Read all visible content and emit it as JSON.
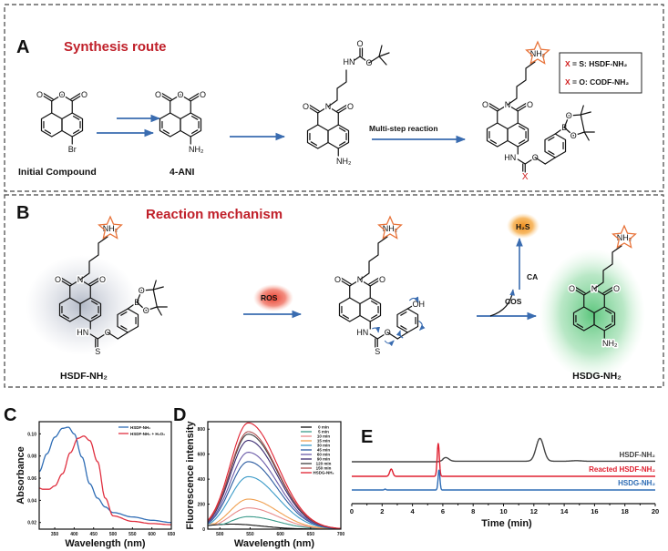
{
  "panel_a": {
    "letter": "A",
    "title": "Synthesis route",
    "compounds": [
      "Initial Compound",
      "4-ANI"
    ],
    "arrow_label": "Multi-step  reaction",
    "legend": [
      {
        "x": "X",
        "text": " = S: HSDF-NH₂"
      },
      {
        "x": "X",
        "text": " = O: CODF-NH₂"
      }
    ]
  },
  "panel_b": {
    "letter": "B",
    "title": "Reaction mechanism",
    "reagent": "ROS",
    "byproduct": "COS",
    "enzyme": "CA",
    "product_gas": "H₂S",
    "start_label": "HSDF-NH₂",
    "end_label": "HSDG-NH₂"
  },
  "atoms": {
    "O": "O",
    "N": "N",
    "NH2": "NH₂",
    "Br": "Br",
    "HN": "HN",
    "B": "B",
    "S": "S",
    "OH": "OH",
    "X": "X"
  },
  "colors": {
    "arrow": "#3a6cb0",
    "star": "#e8743b",
    "title": "#c0202a"
  },
  "chart_data": [
    {
      "panel": "C",
      "type": "line",
      "xlabel": "Wavelength (nm)",
      "ylabel": "Absorbance",
      "xlim": [
        310,
        650
      ],
      "ylim": [
        0.014,
        0.111
      ],
      "xticks": [
        350,
        400,
        450,
        500,
        550,
        600,
        650
      ],
      "yticks": [
        0.02,
        0.04,
        0.06,
        0.08,
        0.1
      ],
      "ytick_labels": [
        "0.02",
        "0.04",
        "0.06",
        "0.08",
        "0.10"
      ],
      "legend_position": "top-right",
      "series": [
        {
          "name": "HSDF-NH₂",
          "color": "#2f6db5",
          "x": [
            310,
            330,
            350,
            370,
            385,
            400,
            420,
            440,
            460,
            480,
            500,
            550,
            600,
            650
          ],
          "y": [
            0.066,
            0.082,
            0.097,
            0.105,
            0.106,
            0.1,
            0.079,
            0.055,
            0.042,
            0.034,
            0.029,
            0.025,
            0.022,
            0.02
          ]
        },
        {
          "name": "HSDF-NH₂ + H₂O₂",
          "color": "#e03040",
          "x": [
            310,
            320,
            335,
            350,
            370,
            390,
            410,
            425,
            440,
            460,
            480,
            500,
            550,
            600,
            650
          ],
          "y": [
            0.051,
            0.05,
            0.05,
            0.053,
            0.064,
            0.083,
            0.096,
            0.098,
            0.094,
            0.075,
            0.042,
            0.026,
            0.021,
            0.019,
            0.018
          ]
        }
      ]
    },
    {
      "panel": "D",
      "type": "line",
      "xlabel": "Wavelength (nm)",
      "ylabel": "Fluorescence intensity",
      "xlim": [
        480,
        700
      ],
      "ylim": [
        0,
        860
      ],
      "xticks": [
        500,
        550,
        600,
        650,
        700
      ],
      "yticks": [
        0,
        200,
        400,
        600,
        800
      ],
      "peak_wavelength": 547,
      "legend_position": "top-right",
      "series": [
        {
          "name": "0 min",
          "color": "#111111",
          "peak": 40
        },
        {
          "name": "5 min",
          "color": "#3a9a8a",
          "peak": 100
        },
        {
          "name": "10 min",
          "color": "#e88a8a",
          "peak": 170
        },
        {
          "name": "15 min",
          "color": "#f0a050",
          "peak": 240
        },
        {
          "name": "30 min",
          "color": "#3a9ac8",
          "peak": 420
        },
        {
          "name": "45 min",
          "color": "#2a5aa0",
          "peak": 540
        },
        {
          "name": "60 min",
          "color": "#6a5aa8",
          "peak": 615
        },
        {
          "name": "90 min",
          "color": "#3a2a70",
          "peak": 710
        },
        {
          "name": "120 min",
          "color": "#404040",
          "peak": 760
        },
        {
          "name": "150 min",
          "color": "#b05050",
          "peak": 780
        },
        {
          "name": "HSDG-NH₂",
          "color": "#e02030",
          "peak": 850
        }
      ]
    },
    {
      "panel": "E",
      "type": "line",
      "xlabel": "Time (min)",
      "xlim": [
        0,
        20
      ],
      "xticks": [
        0,
        2,
        4,
        6,
        8,
        10,
        12,
        14,
        16,
        18,
        20
      ],
      "series": [
        {
          "name": "HSDF-NH₂",
          "color": "#444444",
          "peaks": [
            {
              "t": 6.2,
              "h": 4,
              "w": 0.2
            },
            {
              "t": 12.4,
              "h": 25,
              "w": 0.25
            },
            {
              "t": 14.8,
              "h": 0.6,
              "w": 0.3
            }
          ]
        },
        {
          "name": "Reacted HSDF-NH₂",
          "color": "#e02030",
          "peaks": [
            {
              "t": 2.6,
              "h": 8,
              "w": 0.1
            },
            {
              "t": 5.7,
              "h": 36,
              "w": 0.07
            }
          ]
        },
        {
          "name": "HSDG-NH₂",
          "color": "#2f6db5",
          "peaks": [
            {
              "t": 2.2,
              "h": 1,
              "w": 0.05
            },
            {
              "t": 5.75,
              "h": 22,
              "w": 0.06
            }
          ]
        }
      ]
    }
  ]
}
